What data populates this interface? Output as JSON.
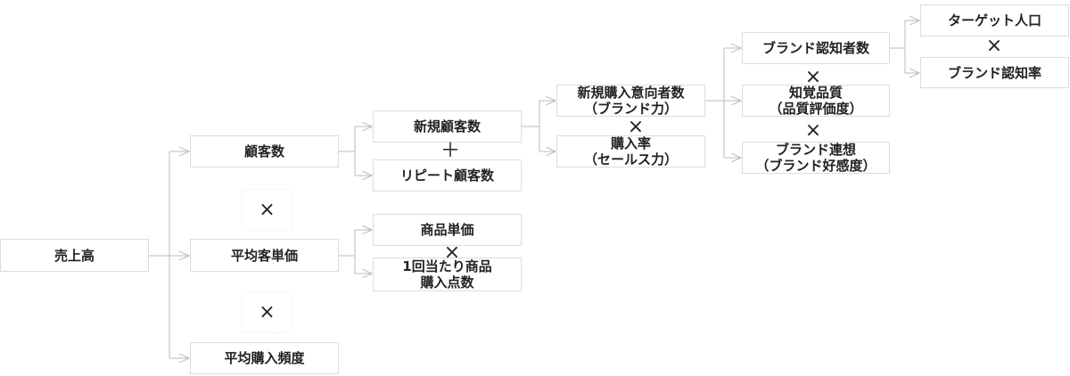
{
  "nodes": {
    "sales": "売上高",
    "customers": "顧客数",
    "avg_unit_price": "平均客単価",
    "avg_purchase_freq": "平均購入頻度",
    "new_customers": "新規顧客数",
    "repeat_customers": "リピート顧客数",
    "product_price": "商品単価",
    "items_per_purchase_1": "1回当たり商品",
    "items_per_purchase_2": "購入点数",
    "new_intent_1": "新規購入意向者数",
    "new_intent_2": "（ブランド力）",
    "purchase_rate_1": "購入率",
    "purchase_rate_2": "（セールス力）",
    "brand_aware": "ブランド認知者数",
    "perceived_quality_1": "知覚品質",
    "perceived_quality_2": "（品質評価度）",
    "brand_assoc_1": "ブランド連想",
    "brand_assoc_2": "（ブランド好感度）",
    "target_pop": "ターゲット人口",
    "brand_aware_rate": "ブランド認知率"
  },
  "operators": {
    "times": "×",
    "plus": "＋"
  }
}
